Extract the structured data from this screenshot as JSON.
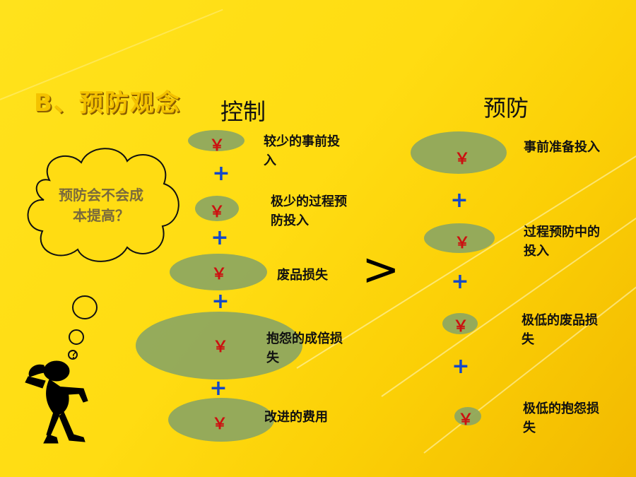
{
  "slide": {
    "title": "B、预防观念",
    "thought_bubble_text": "预防会不会成本提高？",
    "comparison_symbol": ">",
    "yen_symbol": "￥",
    "plus_symbol": "+",
    "left": {
      "heading": "控制",
      "items": [
        {
          "label": "较少的事前投入"
        },
        {
          "label": "极少的过程预防投入"
        },
        {
          "label": "废品损失"
        },
        {
          "label": "抱怨的成倍损失"
        },
        {
          "label": "改进的费用"
        }
      ]
    },
    "right": {
      "heading": "预防",
      "items": [
        {
          "label": "事前准备投入"
        },
        {
          "label": "过程预防中的投入"
        },
        {
          "label": "极低的废品损失"
        },
        {
          "label": "极低的抱怨损失"
        }
      ]
    }
  },
  "colors": {
    "background": "#ffdc12",
    "oval": "#8fa85f",
    "yen": "#cc1010",
    "plus": "#1448c8",
    "title": "#f4c200"
  }
}
